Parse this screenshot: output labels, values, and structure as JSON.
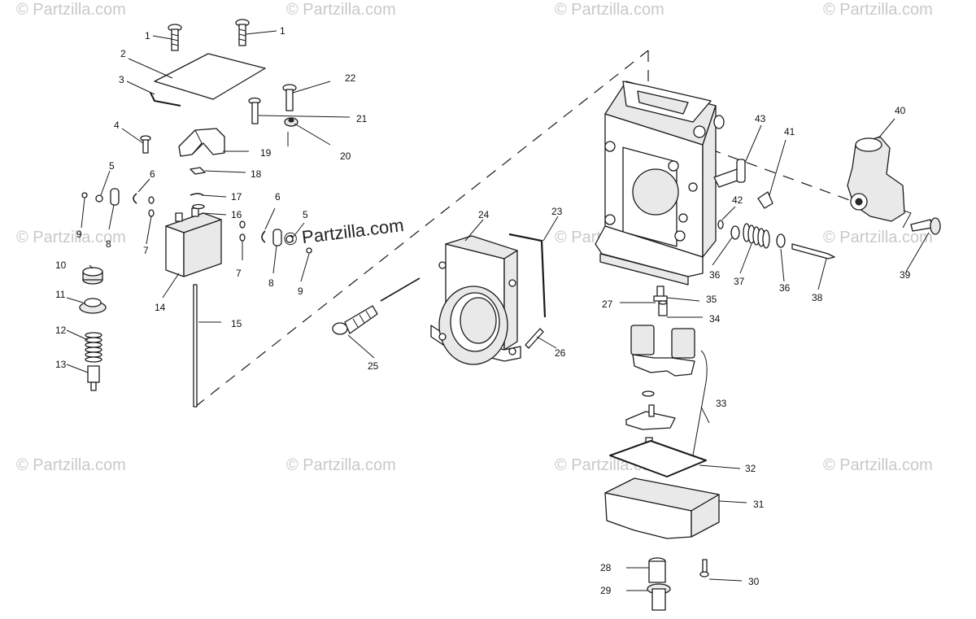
{
  "watermark": {
    "text": "© Partzilla.com",
    "center_text": "© Partzilla.com",
    "color": "#c9c9c9"
  },
  "callouts": [
    {
      "id": "c1a",
      "label": "1"
    },
    {
      "id": "c1b",
      "label": "1"
    },
    {
      "id": "c2",
      "label": "2"
    },
    {
      "id": "c3",
      "label": "3"
    },
    {
      "id": "c4",
      "label": "4"
    },
    {
      "id": "c5a",
      "label": "5"
    },
    {
      "id": "c5b",
      "label": "5"
    },
    {
      "id": "c6a",
      "label": "6"
    },
    {
      "id": "c6b",
      "label": "6"
    },
    {
      "id": "c7a",
      "label": "7"
    },
    {
      "id": "c7b",
      "label": "7"
    },
    {
      "id": "c8a",
      "label": "8"
    },
    {
      "id": "c8b",
      "label": "8"
    },
    {
      "id": "c9a",
      "label": "9"
    },
    {
      "id": "c9b",
      "label": "9"
    },
    {
      "id": "c10",
      "label": "10"
    },
    {
      "id": "c11",
      "label": "11"
    },
    {
      "id": "c12",
      "label": "12"
    },
    {
      "id": "c13",
      "label": "13"
    },
    {
      "id": "c14",
      "label": "14"
    },
    {
      "id": "c15",
      "label": "15"
    },
    {
      "id": "c16",
      "label": "16"
    },
    {
      "id": "c17",
      "label": "17"
    },
    {
      "id": "c18",
      "label": "18"
    },
    {
      "id": "c19",
      "label": "19"
    },
    {
      "id": "c20",
      "label": "20"
    },
    {
      "id": "c21",
      "label": "21"
    },
    {
      "id": "c22",
      "label": "22"
    },
    {
      "id": "c23",
      "label": "23"
    },
    {
      "id": "c24",
      "label": "24"
    },
    {
      "id": "c25",
      "label": "25"
    },
    {
      "id": "c26",
      "label": "26"
    },
    {
      "id": "c27",
      "label": "27"
    },
    {
      "id": "c28",
      "label": "28"
    },
    {
      "id": "c29",
      "label": "29"
    },
    {
      "id": "c30",
      "label": "30"
    },
    {
      "id": "c31",
      "label": "31"
    },
    {
      "id": "c32",
      "label": "32"
    },
    {
      "id": "c33",
      "label": "33"
    },
    {
      "id": "c34",
      "label": "34"
    },
    {
      "id": "c35",
      "label": "35"
    },
    {
      "id": "c36a",
      "label": "36"
    },
    {
      "id": "c36b",
      "label": "36"
    },
    {
      "id": "c37",
      "label": "37"
    },
    {
      "id": "c38",
      "label": "38"
    },
    {
      "id": "c39",
      "label": "39"
    },
    {
      "id": "c40",
      "label": "40"
    },
    {
      "id": "c41",
      "label": "41"
    },
    {
      "id": "c42",
      "label": "42"
    },
    {
      "id": "c43",
      "label": "43"
    }
  ]
}
